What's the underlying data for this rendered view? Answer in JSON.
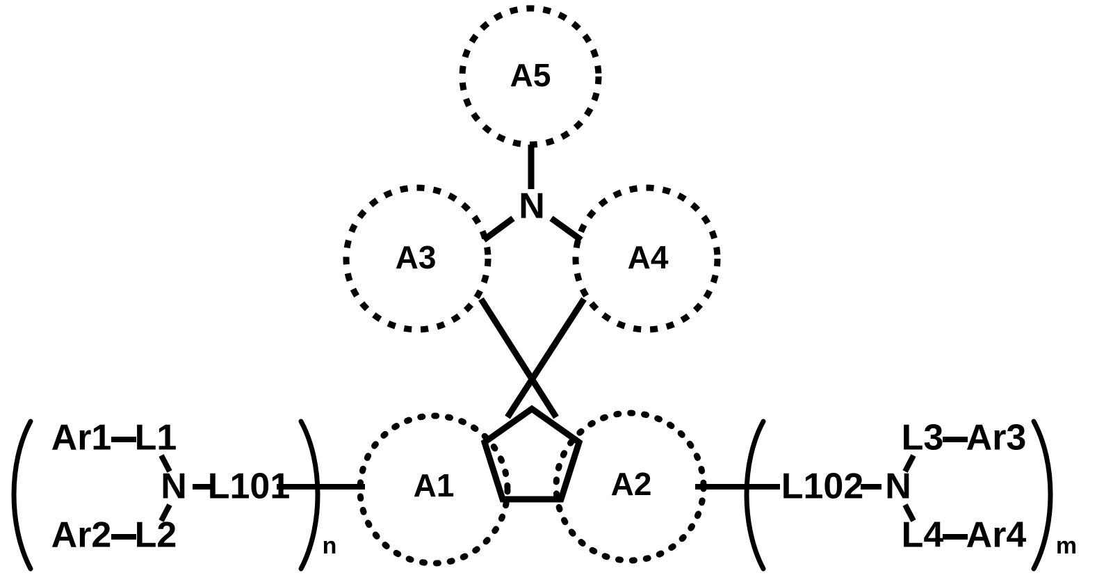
{
  "diagram": {
    "title": "Spiro-fused polycyclic arylamine repeat-unit structural formula",
    "stroke_color": "#000000",
    "background_color": "#ffffff"
  },
  "rings": {
    "a1": {
      "label": "A1",
      "style": "fine-dotted"
    },
    "a2": {
      "label": "A2",
      "style": "fine-dotted"
    },
    "a3": {
      "label": "A3",
      "style": "coarse-dashed"
    },
    "a4": {
      "label": "A4",
      "style": "coarse-dashed"
    },
    "a5": {
      "label": "A5",
      "style": "coarse-dashed"
    }
  },
  "atoms": {
    "core_nitrogen": "N",
    "left_nitrogen": "N",
    "right_nitrogen": "N"
  },
  "left_group": {
    "ar1": "Ar1",
    "dash1": "—",
    "l1": "L1",
    "ar2": "Ar2",
    "dash2": "—",
    "l2": "L2",
    "nitrogen": "N",
    "dash_to_linker": "—",
    "l101": "L101",
    "subscript": "n"
  },
  "right_group": {
    "l102": "L102",
    "dash_to_nitrogen": "—",
    "nitrogen": "N",
    "l3": "L3",
    "dash3": "—",
    "ar3": "Ar3",
    "l4": "L4",
    "dash4": "—",
    "ar4": "Ar4",
    "subscript": "m"
  }
}
